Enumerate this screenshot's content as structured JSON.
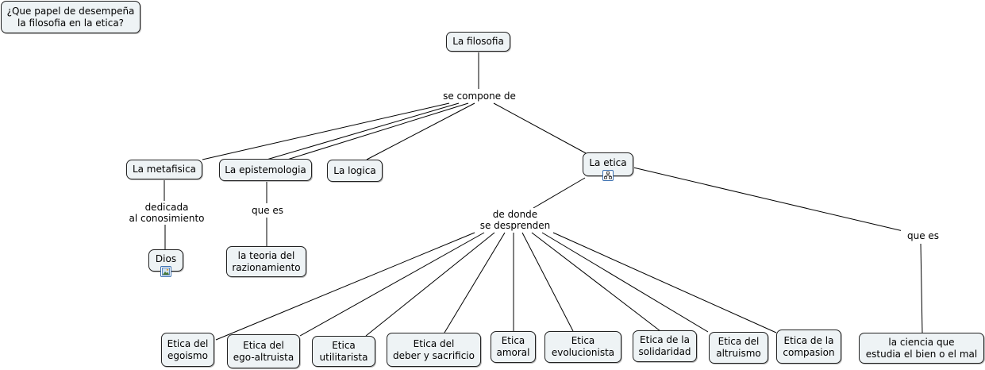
{
  "question": "¿Que papel de desempeña\nla filosofia en la etica?",
  "root": "La filosofia",
  "link_root": "se compone de",
  "branches": {
    "metafisica": "La metafisica",
    "epistemologia": "La epistemologia",
    "logica": "La logica",
    "etica": "La etica"
  },
  "link_metafisica": "dedicada\nal conosimiento",
  "dios": "Dios",
  "link_epistemologia": "que es",
  "teoria": "la teoria del\nrazionamiento",
  "link_etica_tipos": "de donde\nse desprenden",
  "link_etica_def": "que es",
  "definicion": "la ciencia que\nestudia el bien o el mal",
  "tipos": [
    "Etica del\negoismo",
    "Etica del\nego-altruista",
    "Etica\nutilitarista",
    "Etica del\ndeber y sacrificio",
    "Etica\namoral",
    "Etica\nevolucionista",
    "Etica de la\nsolidaridad",
    "Etica del\naltruismo",
    "Etica de la\ncompasion"
  ],
  "icons": {
    "dios": "image-icon",
    "etica": "concept-map-icon"
  }
}
